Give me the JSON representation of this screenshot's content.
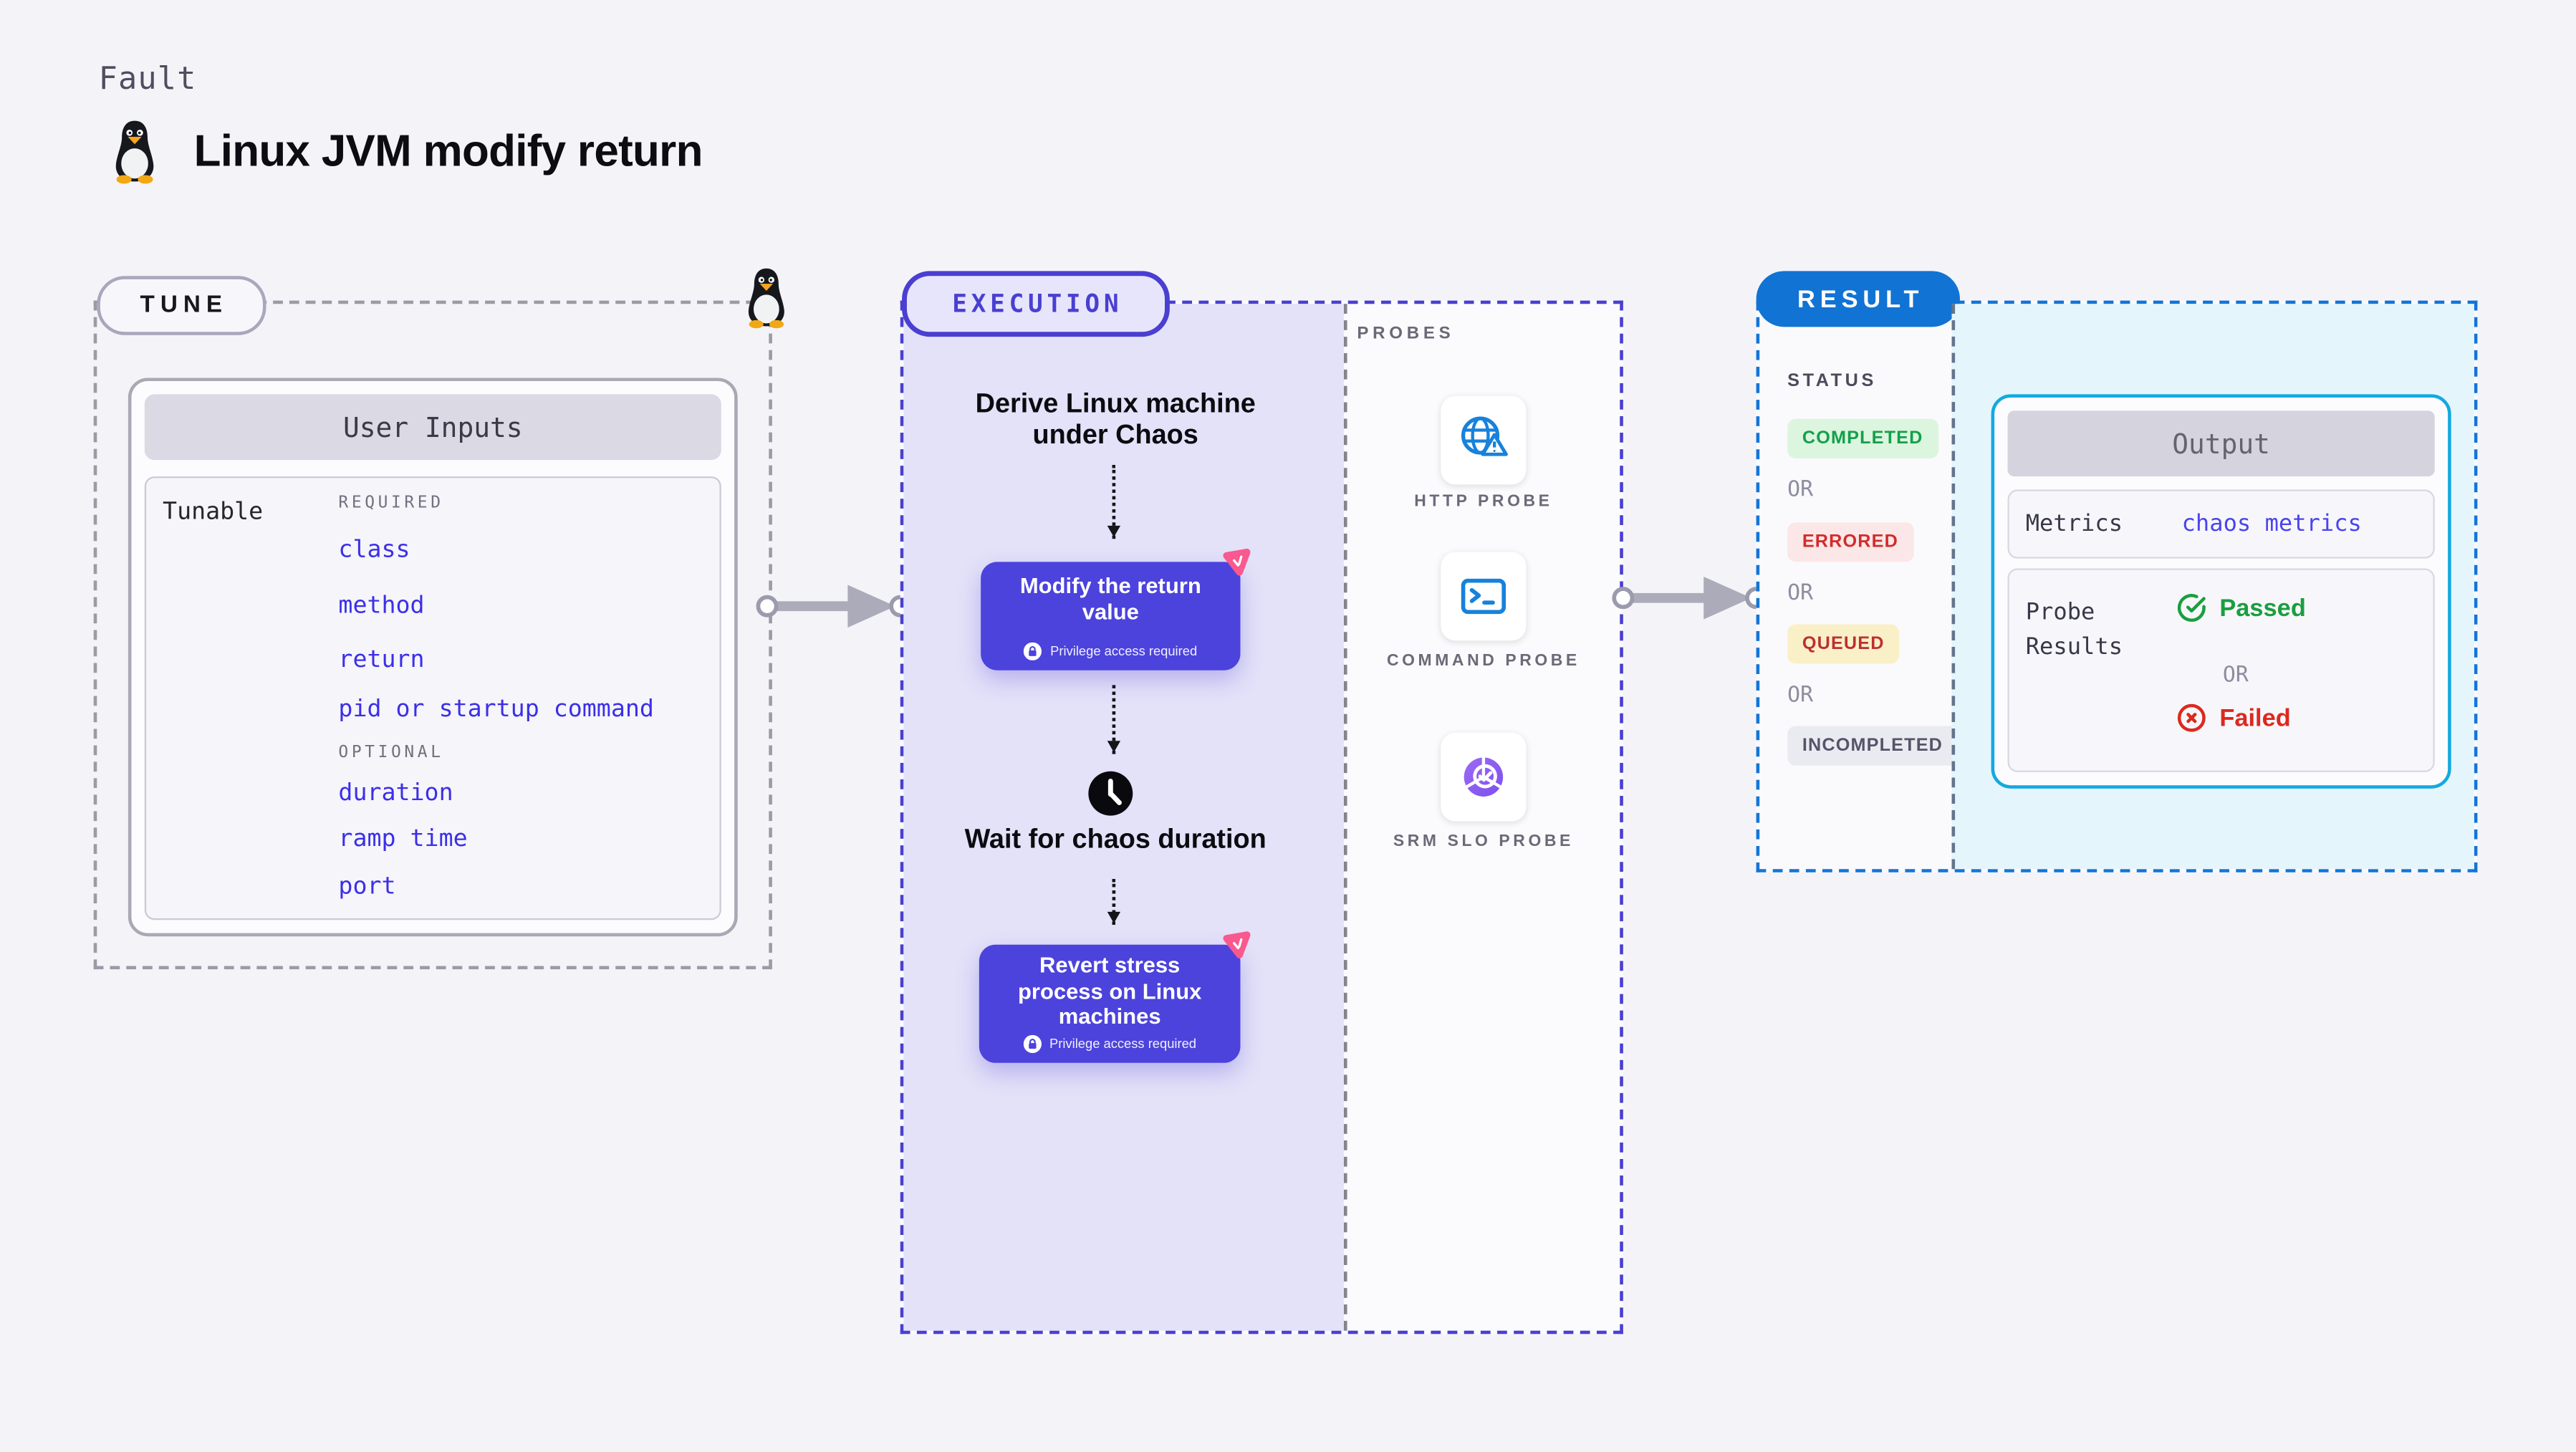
{
  "header": {
    "kicker": "Fault",
    "title": "Linux JVM modify return"
  },
  "tune": {
    "badge": "TUNE",
    "card_title": "User Inputs",
    "row_label": "Tunable",
    "required_label": "REQUIRED",
    "required_items": [
      "class",
      "method",
      "return",
      "pid or startup command"
    ],
    "optional_label": "OPTIONAL",
    "optional_items": [
      "duration",
      "ramp time",
      "port"
    ]
  },
  "execution": {
    "badge": "EXECUTION",
    "derive_text": "Derive Linux machine under Chaos",
    "step1": {
      "title": "Modify the return value",
      "note": "Privilege access required"
    },
    "wait_text": "Wait for chaos duration",
    "step2": {
      "title": "Revert stress process on Linux machines",
      "note": "Privilege access required"
    }
  },
  "probes": {
    "label": "PROBES",
    "items": [
      {
        "name": "HTTP PROBE",
        "icon": "globe-alert-icon"
      },
      {
        "name": "COMMAND PROBE",
        "icon": "terminal-icon"
      },
      {
        "name": "SRM SLO PROBE",
        "icon": "slo-donut-check-icon"
      }
    ]
  },
  "result": {
    "badge": "RESULT",
    "status_label": "STATUS",
    "or_label": "OR",
    "statuses": [
      {
        "label": "COMPLETED",
        "fg": "#13A04A",
        "bg": "#DCF5DF"
      },
      {
        "label": "ERRORED",
        "fg": "#D22C2C",
        "bg": "#FBE7E7"
      },
      {
        "label": "QUEUED",
        "fg": "#BC3030",
        "bg": "#FAF0C8"
      },
      {
        "label": "INCOMPLETED",
        "fg": "#55546A",
        "bg": "#EAEAF1"
      }
    ],
    "output": {
      "title": "Output",
      "metrics_label": "Metrics",
      "metrics_value": "chaos metrics",
      "probe_results_label": "Probe Results",
      "passed_label": "Passed",
      "failed_label": "Failed"
    }
  },
  "colors": {
    "page_bg": "#F4F4F8",
    "tune_dash": "#9B9AA6",
    "execution_accent": "#4A3FD1",
    "execution_panel": "#E4E2F8",
    "step_purple": "#4C43DC",
    "chaos_pink": "#F9598E",
    "result_accent": "#1374D8",
    "result_badge_bg": "#1173D4",
    "cyan_panel": "#E4F6FC",
    "output_border": "#14A9E0",
    "link_blue": "#3C2FE8",
    "metrics_link": "#4B44EE",
    "probe_icon_blue": "#1782DB",
    "passed_green": "#1A9E3F",
    "failed_red": "#DC2920"
  }
}
